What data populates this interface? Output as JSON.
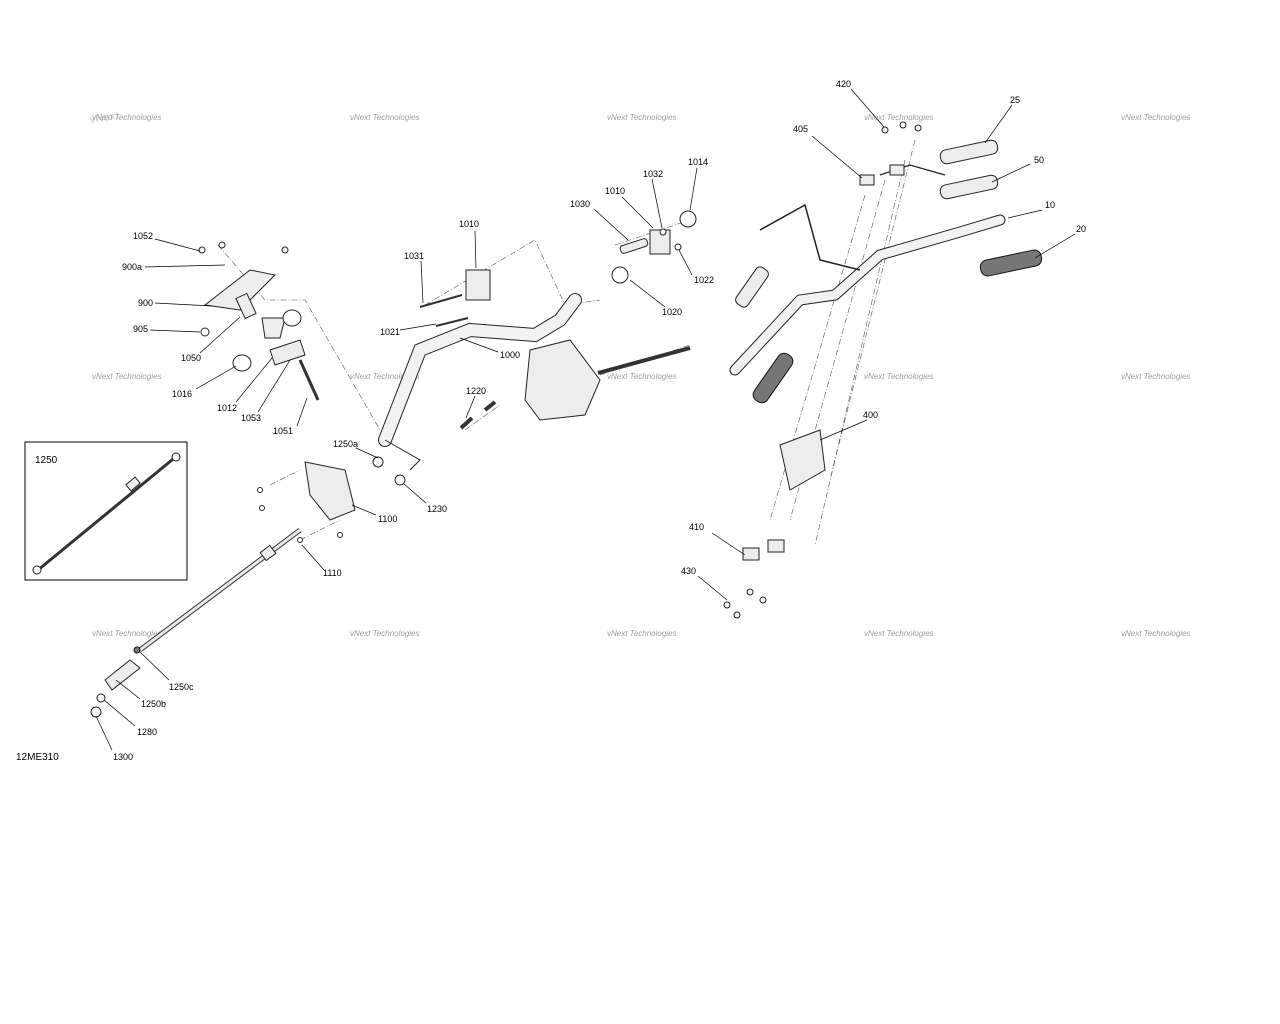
{
  "diagram": {
    "code": "12ME310",
    "watermark_text": "vNext Technologies",
    "inset_label": "1250",
    "labels": [
      {
        "id": "420",
        "text": "420"
      },
      {
        "id": "25",
        "text": "25"
      },
      {
        "id": "405",
        "text": "405"
      },
      {
        "id": "50",
        "text": "50"
      },
      {
        "id": "10",
        "text": "10"
      },
      {
        "id": "20",
        "text": "20"
      },
      {
        "id": "400",
        "text": "400"
      },
      {
        "id": "410",
        "text": "410"
      },
      {
        "id": "430",
        "text": "430"
      },
      {
        "id": "1014",
        "text": "1014"
      },
      {
        "id": "1032",
        "text": "1032"
      },
      {
        "id": "1010a",
        "text": "1010"
      },
      {
        "id": "1030",
        "text": "1030"
      },
      {
        "id": "1010b",
        "text": "1010"
      },
      {
        "id": "1022",
        "text": "1022"
      },
      {
        "id": "1020",
        "text": "1020"
      },
      {
        "id": "1031",
        "text": "1031"
      },
      {
        "id": "1021",
        "text": "1021"
      },
      {
        "id": "1000",
        "text": "1000"
      },
      {
        "id": "1220",
        "text": "1220"
      },
      {
        "id": "1230",
        "text": "1230"
      },
      {
        "id": "1250a",
        "text": "1250a"
      },
      {
        "id": "1100",
        "text": "1100"
      },
      {
        "id": "1110",
        "text": "1110"
      },
      {
        "id": "1052",
        "text": "1052"
      },
      {
        "id": "900a",
        "text": "900a"
      },
      {
        "id": "900",
        "text": "900"
      },
      {
        "id": "905",
        "text": "905"
      },
      {
        "id": "1050",
        "text": "1050"
      },
      {
        "id": "1016",
        "text": "1016"
      },
      {
        "id": "1012",
        "text": "1012"
      },
      {
        "id": "1053",
        "text": "1053"
      },
      {
        "id": "1051",
        "text": "1051"
      },
      {
        "id": "1250c",
        "text": "1250c"
      },
      {
        "id": "1250b",
        "text": "1250b"
      },
      {
        "id": "1280",
        "text": "1280"
      },
      {
        "id": "1300",
        "text": "1300"
      }
    ]
  }
}
